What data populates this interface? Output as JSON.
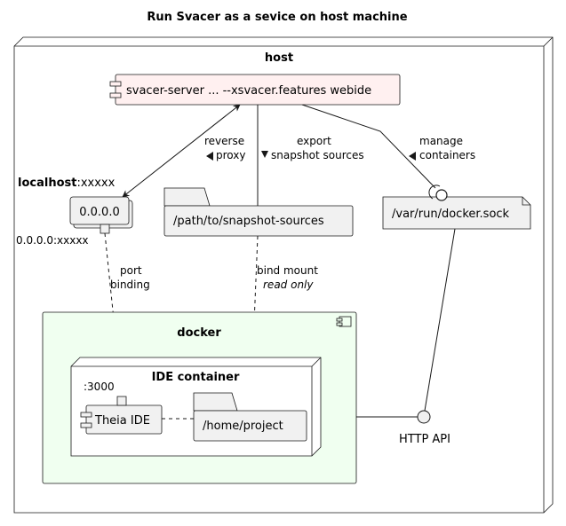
{
  "diagram": {
    "title": "Run Svacer as a sevice on host machine",
    "host_label": "host",
    "server_label": "svacer-server ... --xsvacer.features webide",
    "localhost_bold": "localhost",
    "localhost_port": ":xxxxx",
    "addr_node": "0.0.0.0",
    "addr_port_label": "0.0.0.0:xxxxx",
    "snapshot_folder": "/path/to/snapshot-sources",
    "docker_sock": "/var/run/docker.sock",
    "reverse_proxy": [
      "reverse",
      "proxy"
    ],
    "export_sources": [
      "export",
      "snapshot sources"
    ],
    "manage_containers": [
      "manage",
      "containers"
    ],
    "port_binding": [
      "port",
      "binding"
    ],
    "bind_mount": "bind mount",
    "read_only": "read only",
    "docker_label": "docker",
    "ide_container_label": "IDE container",
    "theia_port": ":3000",
    "theia_label": "Theia IDE",
    "project_folder": "/home/project",
    "http_api": "HTTP API",
    "colors": {
      "server_fill": "#FFF0F0",
      "docker_fill": "#F0FFF0",
      "node_fill": "#F1F1F1",
      "border": "#181818"
    }
  }
}
